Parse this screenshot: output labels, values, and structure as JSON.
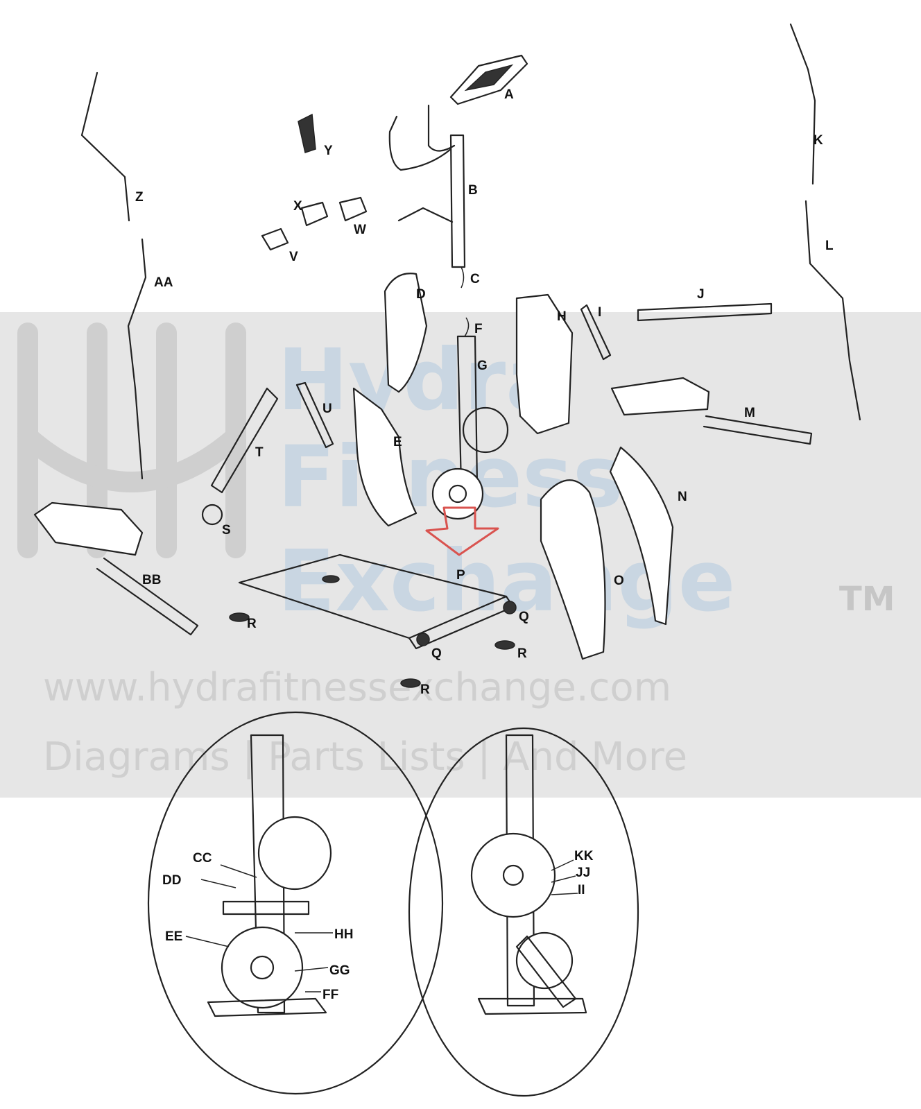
{
  "watermark": {
    "brand_line1": "Hydra",
    "brand_line2": "Fitness",
    "brand_line3": "Exchange",
    "trademark": "TM",
    "url": "www.hydrafitnessexchange.com",
    "tagline": "Diagrams | Parts Lists | And More",
    "band_color": "#e6e6e6",
    "letter_color": "#c9d6e2"
  },
  "highlight_arrow_color": "#d9534f",
  "part_labels": {
    "A": "A",
    "B": "B",
    "C": "C",
    "D": "D",
    "E": "E",
    "F": "F",
    "G": "G",
    "H": "H",
    "I": "I",
    "J": "J",
    "K": "K",
    "L": "L",
    "M": "M",
    "N": "N",
    "O": "O",
    "P": "P",
    "Q1": "Q",
    "Q2": "Q",
    "R1": "R",
    "R2": "R",
    "R3": "R",
    "S": "S",
    "T": "T",
    "U": "U",
    "V": "V",
    "W": "W",
    "X": "X",
    "Y": "Y",
    "Z": "Z",
    "AA": "AA",
    "BB": "BB",
    "CC": "CC",
    "DD": "DD",
    "EE": "EE",
    "FF": "FF",
    "GG": "GG",
    "HH": "HH",
    "II": "II",
    "JJ": "JJ",
    "KK": "KK"
  }
}
